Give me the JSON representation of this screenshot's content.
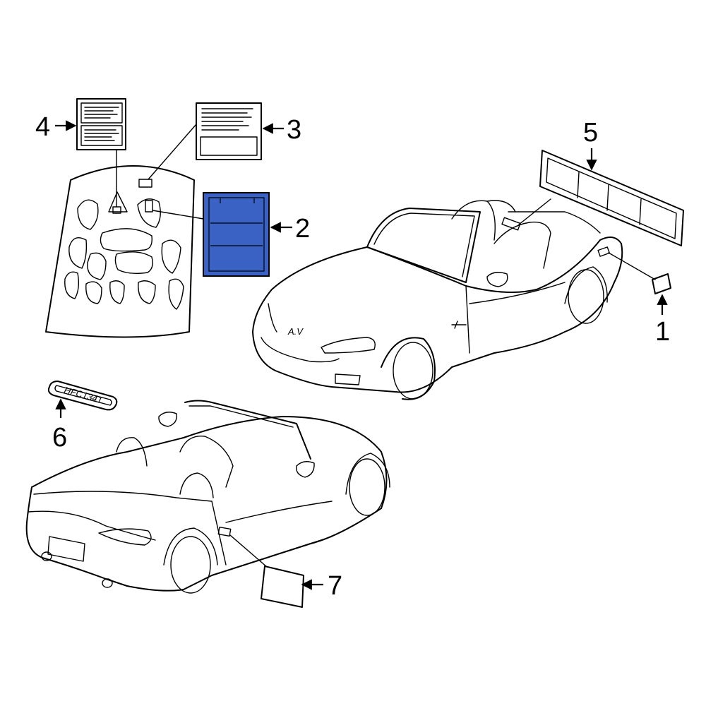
{
  "diagram": {
    "callouts": [
      {
        "id": "1",
        "label": "1"
      },
      {
        "id": "2",
        "label": "2"
      },
      {
        "id": "3",
        "label": "3"
      },
      {
        "id": "4",
        "label": "4"
      },
      {
        "id": "5",
        "label": "5"
      },
      {
        "id": "6",
        "label": "6"
      },
      {
        "id": "7",
        "label": "7"
      }
    ],
    "plate_text": "HFC1341",
    "badge_text": "A.V",
    "highlight_color": "#3a62c4",
    "line_color": "#000000"
  }
}
